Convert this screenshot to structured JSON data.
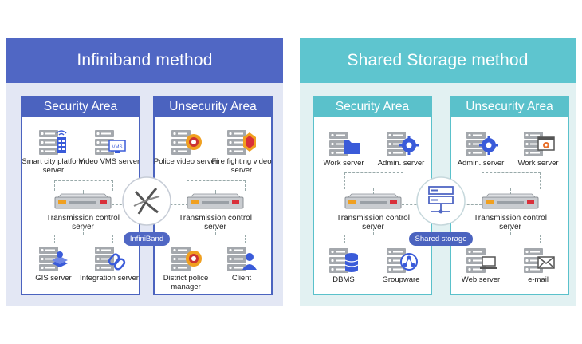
{
  "panels": [
    {
      "title": "Infiniband method",
      "left_area": {
        "title": "Security Area",
        "top": [
          "Smart city platform server",
          "Video VMS server"
        ],
        "transmission": "Transmission control server",
        "bottom": [
          "GIS server",
          "Integration server"
        ]
      },
      "right_area": {
        "title": "Unsecurity Area",
        "top": [
          "Police video server",
          "Fire fighting video server"
        ],
        "transmission": "Transmission control server",
        "bottom": [
          "District police manager",
          "Client"
        ]
      },
      "hub_label": "InfiniBand",
      "vms_badge": "VMS"
    },
    {
      "title": "Shared Storage method",
      "left_area": {
        "title": "Security Area",
        "top": [
          "Work server",
          "Admin. server"
        ],
        "transmission": "Transmission control server",
        "bottom": [
          "DBMS",
          "Groupware"
        ]
      },
      "right_area": {
        "title": "Unsecurity Area",
        "top": [
          "Admin. server",
          "Work server"
        ],
        "transmission": "Transmission control server",
        "bottom": [
          "Web server",
          "e-mail"
        ]
      },
      "hub_label": "Shared storage"
    }
  ],
  "colors": {
    "infiniband": "#5067c4",
    "shared": "#5ec5cf",
    "server": "#9ea3a8",
    "icon_blue": "#3a5bd9",
    "badge_orange": "#f0a020"
  }
}
